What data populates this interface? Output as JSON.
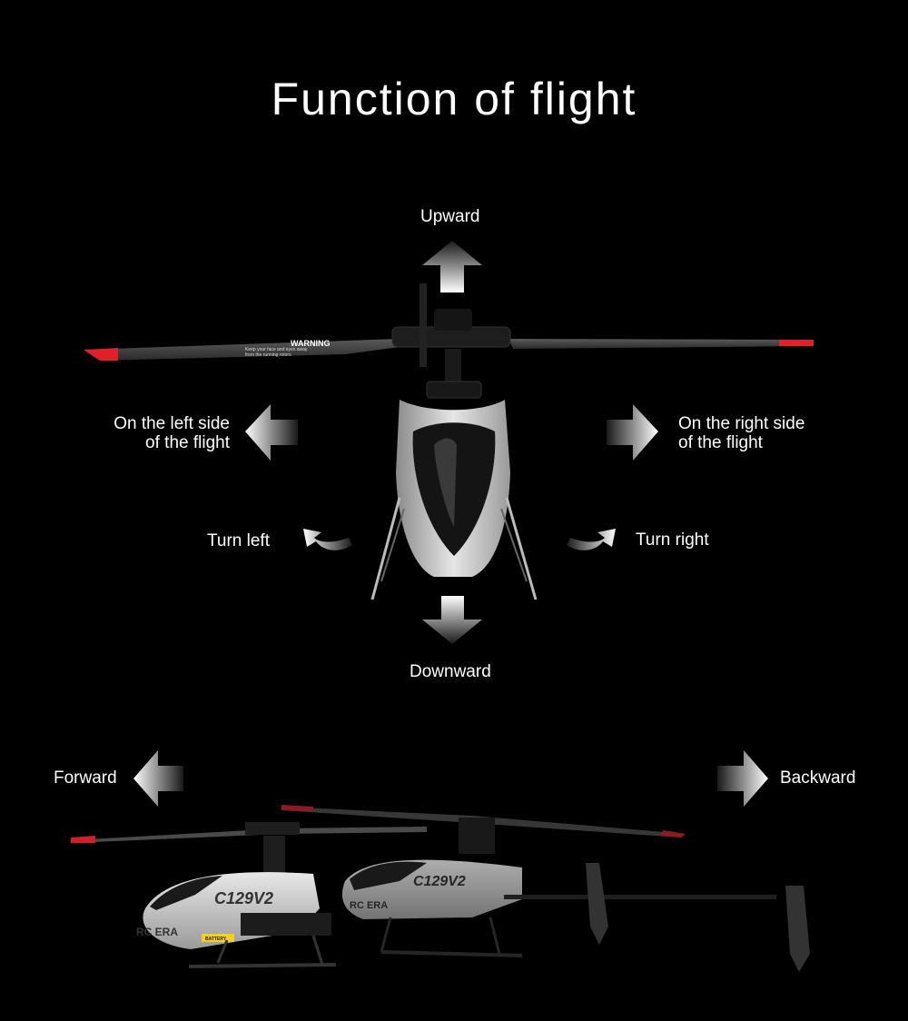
{
  "title": "Function of flight",
  "labels": {
    "upward": "Upward",
    "downward": "Downward",
    "left_side": "On the left side\nof the flight",
    "right_side": "On the right side\nof the flight",
    "turn_left": "Turn left",
    "turn_right": "Turn right",
    "forward": "Forward",
    "backward": "Backward"
  },
  "helicopter_text": {
    "warning": "WARNING",
    "warning_sub1": "Keep your face and eyes away",
    "warning_sub2": "from the running rotors",
    "model": "C129V2",
    "brand": "RC ERA",
    "battery": "BATTERY"
  },
  "colors": {
    "background": "#000000",
    "text": "#ffffff",
    "blade_tip": "#e0202a",
    "body": "#d8d8d8",
    "canopy": "#1a1a1a"
  }
}
